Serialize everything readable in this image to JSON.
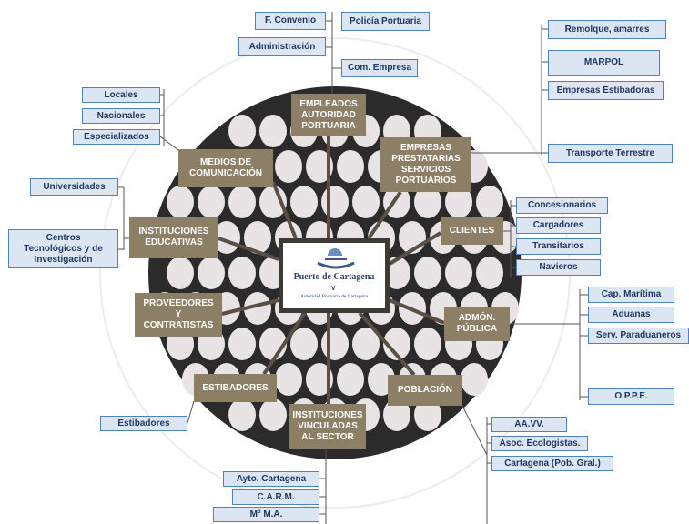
{
  "colors": {
    "category_fill": "#8c7f66",
    "leaf_fill": "#dce6f2",
    "leaf_border": "#4f81bd",
    "leaf_text": "#1f3864",
    "center_border": "#3d3a35",
    "background_disc": "#2b2b2b",
    "egg": "#e8e4e6"
  },
  "center": {
    "logo_title": "Puerto de Cartagena",
    "logo_subtitle": "Autoridad Portuaria de Cartagena"
  },
  "categories": {
    "empleados": "EMPLEADOS\nAUTORIDAD\nPORTUARIA",
    "empresas": "EMPRESAS\nPRESTATARIAS\nSERVICIOS\nPORTUARIOS",
    "medios": "MEDIOS DE\nCOMUNICACIÓN",
    "instituciones_educativas": "INSTITUCIONES\nEDUCATIVAS",
    "clientes": "CLIENTES",
    "proveedores": "PROVEEDORES\nY\nCONTRATISTAS",
    "admon": "ADMÓN.\nPÚBLICA",
    "estibadores": "ESTIBADORES",
    "poblacion": "POBLACIÓN",
    "instituciones_vinculadas": "INSTITUCIONES\nVINCULADAS\nAL SECTOR"
  },
  "leaves": {
    "empleados": [
      "F. Convenio",
      "Administración",
      "Policía Portuaria",
      "Com. Empresa"
    ],
    "empresas": [
      "Remolque, amarres",
      "MARPOL",
      "Empresas Estibadoras",
      "Transporte Terrestre"
    ],
    "medios": [
      "Locales",
      "Nacionales",
      "Especializados"
    ],
    "instituciones_educativas": [
      "Universidades",
      "Centros\nTecnológicos y de\nInvestigación"
    ],
    "clientes": [
      "Concesionarios",
      "Cargadores",
      "Transitarios",
      "Navieros"
    ],
    "admon": [
      "Cap. Marítima",
      "Aduanas",
      "Serv. Paraduaneros",
      "O.P.P.E."
    ],
    "estibadores": [
      "Estibadores"
    ],
    "poblacion": [
      "AA.VV.",
      "Asoc. Ecologistas.",
      "Cartagena (Pob. Gral.)"
    ],
    "instituciones_vinculadas": [
      "Ayto. Cartagena",
      "C.A.R.M.",
      "Mº M.A."
    ]
  }
}
